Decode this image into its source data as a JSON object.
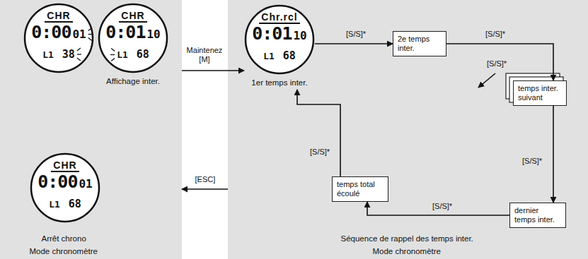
{
  "diagram": {
    "nodes": [
      {
        "text": [
          "Arrêt chrono",
          "Mode chronomètre"
        ]
      },
      {
        "text": [
          "CHR",
          "0:00",
          "01",
          "L1",
          "38"
        ],
        "in": 0
      },
      {
        "text": [
          "CHR",
          "0:01",
          "10",
          "L1",
          "68",
          "Affichage inter."
        ],
        "in": 0
      },
      {
        "text": [
          "CHR",
          "0:00",
          "01",
          "L1",
          "68"
        ],
        "in": 0
      },
      {
        "text": [
          "Séquence de rappel des temps inter.",
          "Mode chronomètre"
        ]
      },
      {
        "text": [
          "Chr.rcl",
          "0:01",
          "10",
          "L1",
          "68",
          "1er temps inter."
        ],
        "in": 4
      },
      {
        "text": [
          "2e temps inter."
        ],
        "in": 4
      },
      {
        "text": [
          "temps inter. suivant"
        ],
        "in": 4
      },
      {
        "text": [
          "dernier temps inter."
        ],
        "in": 4
      },
      {
        "text": [
          "temps total écoulé"
        ],
        "in": 4
      }
    ],
    "edges": [
      {
        "from": 0,
        "to": 5,
        "label": "Maintenez [M]",
        "arrow": "to"
      },
      {
        "from": 5,
        "to": 6,
        "label": "[S/S]*",
        "arrow": "to"
      },
      {
        "from": 6,
        "to": 7,
        "label": "[S/S]*",
        "arrow": "to"
      },
      {
        "from": 7,
        "to": 8,
        "label": "[S/S]*",
        "arrow": "to"
      },
      {
        "from": 8,
        "to": 9,
        "label": "[S/S]*",
        "arrow": "to"
      },
      {
        "from": 9,
        "to": 5,
        "label": "[S/S]*",
        "arrow": "to"
      },
      {
        "from": 4,
        "to": 0,
        "label": "[ESC]",
        "arrow": "to"
      }
    ],
    "labels": [
      "[S/S]*"
    ]
  }
}
